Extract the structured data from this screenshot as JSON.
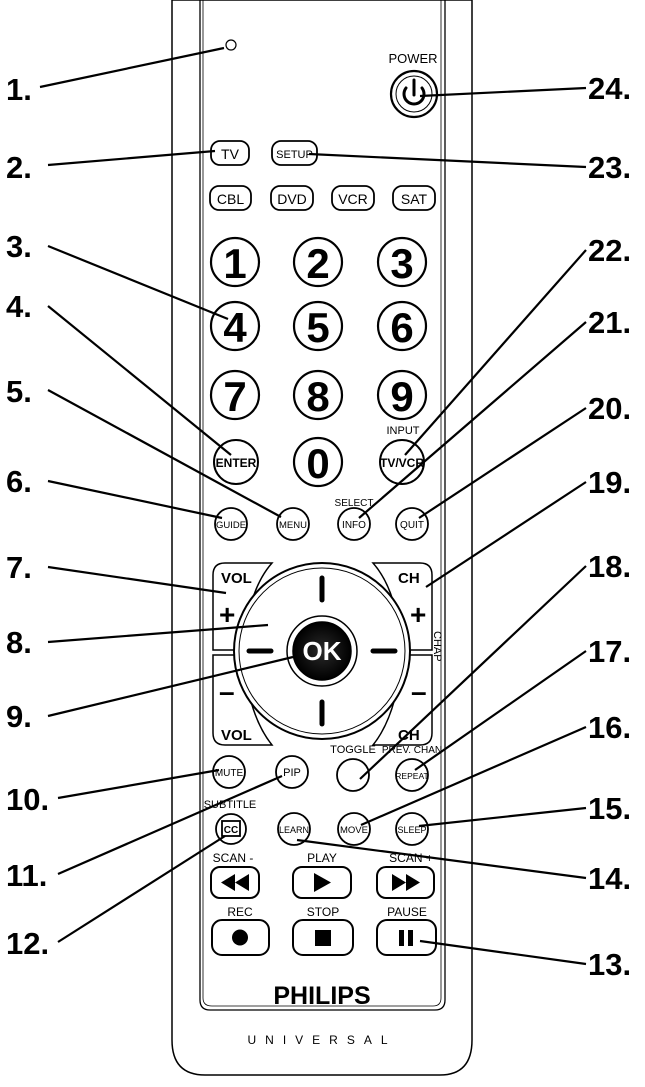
{
  "remote": {
    "brand": "PHILIPS",
    "sub_brand": "UNIVERSAL",
    "led_label": "",
    "power": {
      "label": "POWER"
    },
    "source_buttons": [
      {
        "id": "tv",
        "label": "TV"
      },
      {
        "id": "setup",
        "label": "SETUP"
      },
      {
        "id": "cbl",
        "label": "CBL"
      },
      {
        "id": "dvd",
        "label": "DVD"
      },
      {
        "id": "vcr",
        "label": "VCR"
      },
      {
        "id": "sat",
        "label": "SAT"
      }
    ],
    "digits": [
      "1",
      "2",
      "3",
      "4",
      "5",
      "6",
      "7",
      "8",
      "9",
      "0"
    ],
    "enter": {
      "label": "ENTER"
    },
    "tvvcr": {
      "label": "TV/VCR",
      "above": "INPUT"
    },
    "guide": {
      "label": "GUIDE"
    },
    "menu": {
      "label": "MENU"
    },
    "info": {
      "label": "INFO",
      "above": "SELECT"
    },
    "quit": {
      "label": "QUIT"
    },
    "vol_plus": {
      "label": "VOL",
      "sign": "+"
    },
    "vol_minus": {
      "label": "VOL",
      "sign": "–"
    },
    "ch_plus": {
      "label": "CH",
      "sign": "+"
    },
    "ch_minus": {
      "label": "CH",
      "sign": "–"
    },
    "chap": {
      "label": "CHAP"
    },
    "ok": {
      "label": "OK"
    },
    "mute": {
      "label": "MUTE"
    },
    "pip": {
      "label": "PIP"
    },
    "toggle": {
      "label": "TOGGLE"
    },
    "repeat": {
      "label": "REPEAT",
      "above": "PREV. CHAN"
    },
    "cc": {
      "label": "CC",
      "above": "SUBTITLE"
    },
    "learn": {
      "label": "LEARN"
    },
    "move": {
      "label": "MOVE"
    },
    "sleep": {
      "label": "SLEEP"
    },
    "transport": [
      {
        "id": "rew",
        "label": "SCAN -"
      },
      {
        "id": "play",
        "label": "PLAY"
      },
      {
        "id": "ff",
        "label": "SCAN +"
      },
      {
        "id": "rec",
        "label": "REC"
      },
      {
        "id": "stop",
        "label": "STOP"
      },
      {
        "id": "pause",
        "label": "PAUSE"
      }
    ]
  },
  "callouts_left": [
    "1.",
    "2.",
    "3.",
    "4.",
    "5.",
    "6.",
    "7.",
    "8.",
    "9.",
    "10.",
    "11.",
    "12."
  ],
  "callouts_right": [
    "24.",
    "23.",
    "22.",
    "21.",
    "20.",
    "19.",
    "18.",
    "17.",
    "16.",
    "15.",
    "14.",
    "13."
  ]
}
